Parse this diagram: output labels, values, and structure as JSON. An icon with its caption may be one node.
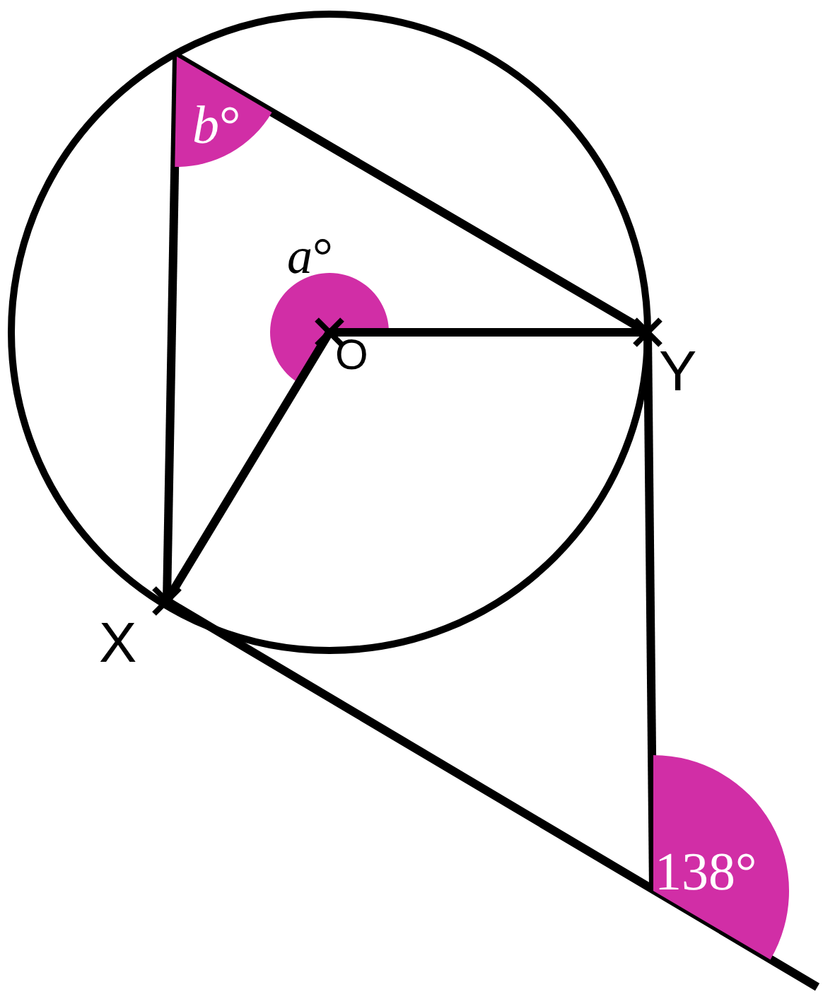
{
  "diagram": {
    "nodes": [
      {
        "text": [
          "O"
        ]
      },
      {
        "text": [
          "X"
        ]
      },
      {
        "text": [
          "Y"
        ]
      },
      {
        "text": [
          "*b*°"
        ]
      },
      {
        "text": [
          "138°"
        ]
      }
    ],
    "edges": [
      {
        "from": 0,
        "to": 1,
        "arrow": "none"
      },
      {
        "from": 0,
        "to": 2,
        "arrow": "none"
      },
      {
        "from": 3,
        "to": 1,
        "arrow": "none"
      },
      {
        "from": 3,
        "to": 2,
        "arrow": "none"
      },
      {
        "from": 1,
        "to": null,
        "arrow": "none"
      },
      {
        "from": 2,
        "to": 4,
        "arrow": "none"
      }
    ],
    "labels": [
      "*a*°"
    ]
  }
}
